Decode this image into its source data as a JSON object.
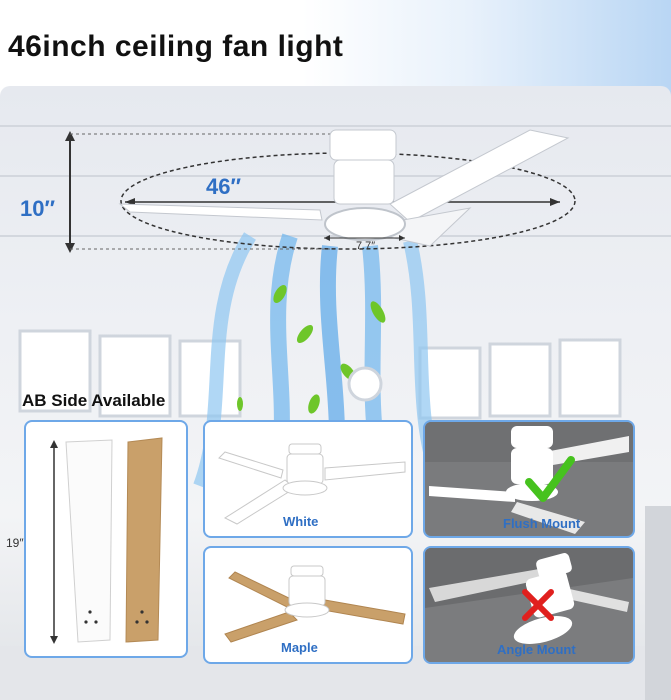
{
  "title": "46inch ceiling fan light",
  "dimensions": {
    "diameter": "46″",
    "height": "10″",
    "light_width": "7.7″",
    "blade_length": "19″"
  },
  "section_label": "AB Side Available",
  "options": {
    "white": "White",
    "maple": "Maple",
    "flush_mount": "Flush Mount",
    "angle_mount": "Angle Mount"
  },
  "colors": {
    "accent": "#2f6fc4",
    "card_border": "#6ea8e8",
    "check": "#46c21e",
    "cross": "#e0201e",
    "maple": "#c9a06a"
  },
  "icons": [
    "check-icon",
    "cross-icon",
    "leaf-icon",
    "airflow-icon"
  ]
}
